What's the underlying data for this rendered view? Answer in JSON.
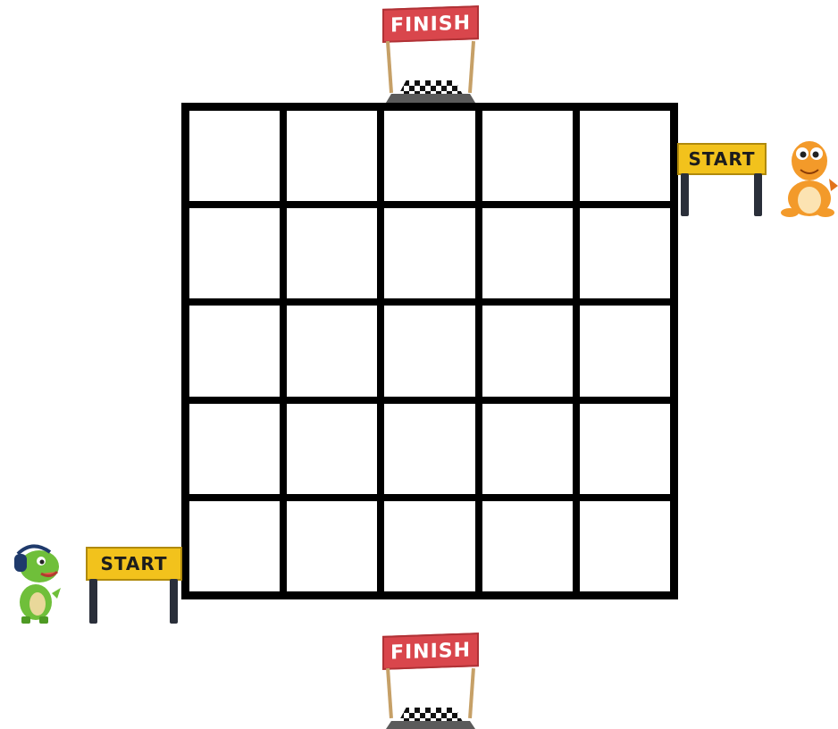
{
  "board": {
    "rows": 5,
    "cols": 5
  },
  "finish_top": {
    "label": "FINISH"
  },
  "finish_bottom": {
    "label": "FINISH"
  },
  "start_right": {
    "label": "START"
  },
  "start_left": {
    "label": "START"
  },
  "players": [
    {
      "name": "orange-dinosaur-icon",
      "color": "#f39a2a"
    },
    {
      "name": "green-dinosaur-icon",
      "color": "#6fbf3a"
    }
  ],
  "colors": {
    "finish_banner": "#d9464c",
    "start_banner": "#f2c21c",
    "grid_line": "#000000"
  }
}
